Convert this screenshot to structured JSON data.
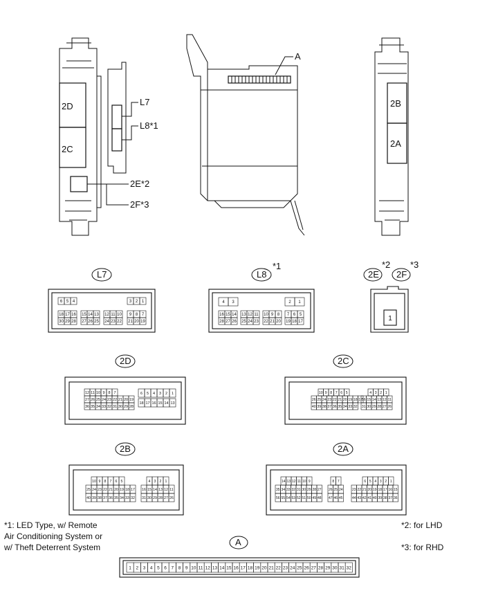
{
  "top_views": {
    "left_unit": {
      "upper_label": "2D",
      "lower_label": "2C",
      "small_label": "2E*2",
      "small_label_b": "2F*3"
    },
    "middle_bracket": {
      "label_a": "L7",
      "label_b": "L8*1"
    },
    "center_unit": {
      "label": "A"
    },
    "right_unit": {
      "upper_label": "2B",
      "lower_label": "2A"
    }
  },
  "connectors": {
    "L7": {
      "tag": "L7",
      "rows": [
        [
          "6",
          "5",
          "4",
          "3",
          "2",
          "1"
        ],
        [
          "18",
          "17",
          "16",
          "15",
          "14",
          "13",
          "12",
          "11",
          "10",
          "9",
          "8",
          "7"
        ],
        [
          "30",
          "29",
          "28",
          "27",
          "26",
          "25",
          "24",
          "23",
          "22",
          "21",
          "20",
          "19"
        ]
      ]
    },
    "L8": {
      "tag": "L8",
      "sup": "*1",
      "rows": [
        [
          "4",
          "3",
          "2",
          "1"
        ],
        [
          "16",
          "15",
          "14",
          "13",
          "12",
          "11",
          "10",
          "9",
          "8",
          "7",
          "6",
          "5"
        ],
        [
          "28",
          "27",
          "26",
          "25",
          "24",
          "23",
          "22",
          "21",
          "20",
          "19",
          "18",
          "17"
        ]
      ]
    },
    "E2": {
      "tag": "2E",
      "sup": "*2",
      "tag_b": "2F",
      "sup_b": "*3",
      "pin": "1"
    },
    "D2": {
      "tag": "2D",
      "left_rows": [
        [
          "12",
          "11",
          "10",
          "9",
          "8",
          "7"
        ],
        [
          "27",
          "26",
          "25",
          "24",
          "23",
          "22",
          "21",
          "20",
          "19"
        ],
        [
          "36",
          "35",
          "34",
          "33",
          "32",
          "31",
          "30",
          "29",
          "28"
        ]
      ],
      "right_rows": [
        [
          "6",
          "5",
          "4",
          "3",
          "2",
          "1"
        ],
        [
          "18",
          "17",
          "16",
          "15",
          "14",
          "13"
        ]
      ]
    },
    "C2": {
      "tag": "2C",
      "left_rows": [
        [
          "10",
          "9",
          "8",
          "7",
          "6",
          "5"
        ],
        [
          "26",
          "25",
          "24",
          "23",
          "22",
          "21",
          "20",
          "19",
          "18",
          "17"
        ],
        [
          "40",
          "39",
          "38",
          "37",
          "36",
          "35",
          "34",
          "33",
          "32"
        ]
      ],
      "right_rows": [
        [
          "4",
          "3",
          "2",
          "1"
        ],
        [
          "16",
          "15",
          "14",
          "13",
          "12",
          "11"
        ],
        [
          "31",
          "30",
          "29",
          "28",
          "27",
          "26"
        ]
      ]
    },
    "B2": {
      "tag": "2B",
      "left_rows": [
        [
          "10",
          "9",
          "8",
          "7",
          "6",
          "5"
        ],
        [
          "25",
          "24",
          "23",
          "22",
          "21",
          "20",
          "19",
          "18",
          "17"
        ],
        [
          "40",
          "39",
          "38",
          "37",
          "36",
          "35",
          "34",
          "33",
          "32"
        ]
      ],
      "right_rows": [
        [
          "4",
          "3",
          "2",
          "1"
        ],
        [
          "16",
          "15",
          "14",
          "13",
          "12",
          "11"
        ],
        [
          "31",
          "30",
          "29",
          "28",
          "27",
          "26"
        ]
      ]
    },
    "A2": {
      "tag": "2A",
      "left_rows": [
        [
          "14",
          "13",
          "12",
          "11",
          "10",
          "9"
        ],
        [
          "35",
          "34",
          "33",
          "32",
          "31",
          "30",
          "29",
          "28",
          "27"
        ],
        [
          "56",
          "55",
          "54",
          "53",
          "52",
          "51",
          "50",
          "49",
          "48"
        ]
      ],
      "mid_rows": [
        [
          "8",
          "7"
        ],
        [
          "26",
          "25",
          "24"
        ],
        [
          "47",
          "46",
          "45"
        ]
      ],
      "right_rows": [
        [
          "6",
          "5",
          "4",
          "3",
          "2",
          "1"
        ],
        [
          "23",
          "22",
          "21",
          "20",
          "19",
          "18",
          "17",
          "16",
          "15"
        ],
        [
          "44",
          "43",
          "42",
          "41",
          "40",
          "39",
          "38",
          "37",
          "36"
        ]
      ]
    },
    "A": {
      "tag": "A",
      "pins": [
        "1",
        "2",
        "3",
        "4",
        "5",
        "6",
        "7",
        "8",
        "9",
        "10",
        "11",
        "12",
        "13",
        "14",
        "15",
        "16",
        "17",
        "18",
        "19",
        "20",
        "21",
        "22",
        "23",
        "24",
        "25",
        "26",
        "27",
        "28",
        "29",
        "30",
        "31",
        "32"
      ]
    }
  },
  "footnotes": {
    "note1": [
      "*1: LED Type, w/ Remote",
      "Air Conditioning System or",
      "w/ Theft Deterrent System"
    ],
    "note2": "*2: for LHD",
    "note3": "*3: for RHD"
  }
}
